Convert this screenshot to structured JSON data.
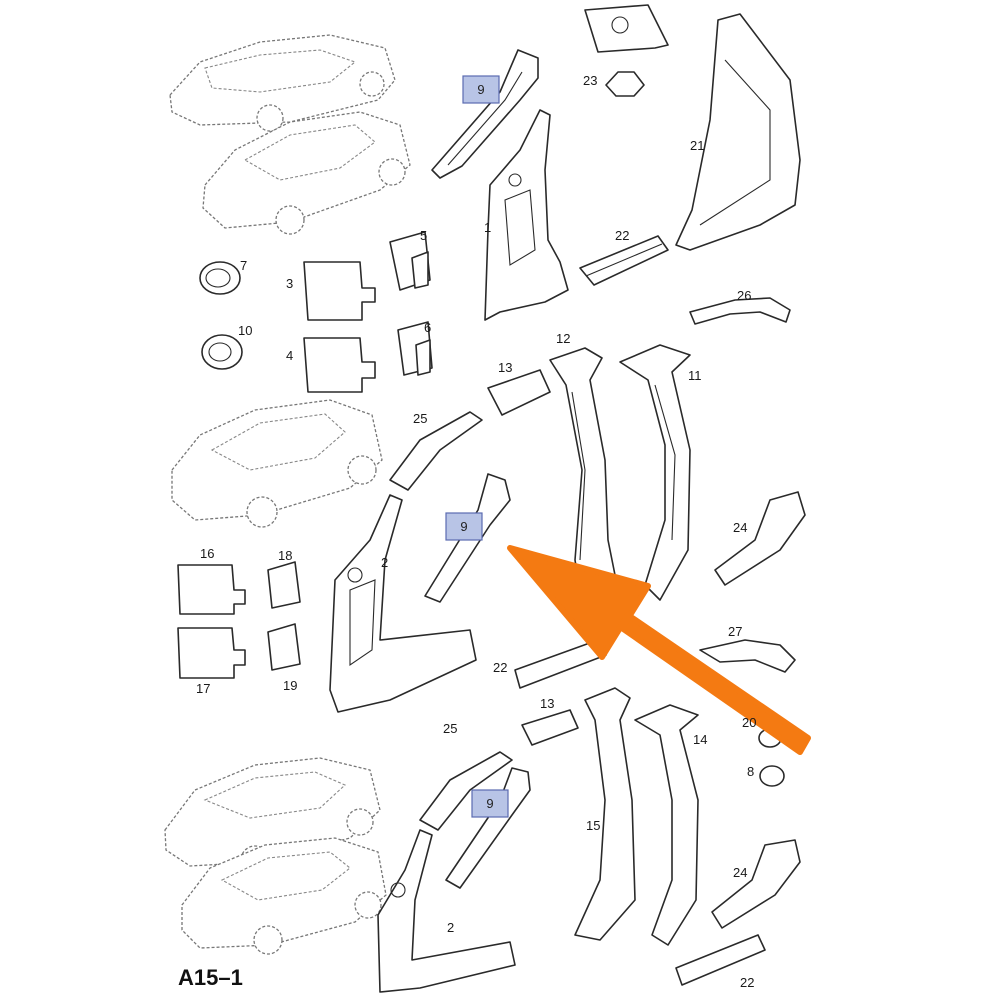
{
  "diagram_code": "A15–1",
  "arrow_color": "#f47a12",
  "highlight_color": "#b8c4e6",
  "labels": {
    "p1": "1",
    "p2a": "2",
    "p2b": "2",
    "p3": "3",
    "p4": "4",
    "p5": "5",
    "p6": "6",
    "p7": "7",
    "p8": "8",
    "p9a": "9",
    "p9b": "9",
    "p9c": "9",
    "p10": "10",
    "p11": "11",
    "p12": "12",
    "p13a": "13",
    "p13b": "13",
    "p14": "14",
    "p15": "15",
    "p16": "16",
    "p17": "17",
    "p18": "18",
    "p19": "19",
    "p20": "20",
    "p21": "21",
    "p22a": "22",
    "p22b": "22",
    "p22c": "22",
    "p23": "23",
    "p24a": "24",
    "p24b": "24",
    "p25a": "25",
    "p25b": "25",
    "p26": "26",
    "p27": "27"
  }
}
